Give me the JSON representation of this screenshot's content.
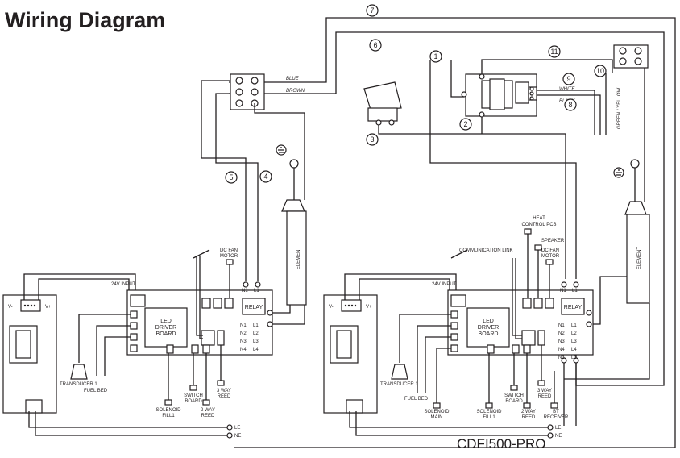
{
  "title": "Wiring Diagram",
  "model": "CDFI500-PRO",
  "callouts": [
    "1",
    "2",
    "3",
    "4",
    "5",
    "6",
    "7",
    "8",
    "9",
    "10",
    "11"
  ],
  "wires": {
    "blue": "BLUE",
    "brown": "BROWN",
    "white": "WHITE",
    "black": "BLACK",
    "green_yellow": "GREEN / YELLOW"
  },
  "left_board": {
    "input": "24V INPUT",
    "driver": [
      "LED",
      "DRIVER",
      "BOARD"
    ],
    "relay": "RELAY",
    "fan": [
      "DC FAN",
      "MOTOR"
    ],
    "element": "ELEMENT",
    "n_terms": [
      "N1",
      "N2",
      "N3",
      "N4"
    ],
    "l_terms": [
      "L1",
      "L2",
      "L3",
      "L4"
    ],
    "transducer": "TRANSDUCER 1",
    "fuel_bed": "FUEL BED",
    "solenoid": [
      "SOLENOID",
      "FILL1"
    ],
    "switch_board": [
      "SWITCH",
      "BOARD"
    ],
    "reed2": [
      "2 WAY",
      "REED"
    ],
    "reed3": [
      "3 WAY",
      "REED"
    ]
  },
  "right_board": {
    "input": "24V INPUT",
    "driver": [
      "LED",
      "DRIVER",
      "BOARD"
    ],
    "relay": "RELAY",
    "fan": [
      "DC FAN",
      "MOTOR"
    ],
    "element": "ELEMENT",
    "comm_link": "COMMUNICATION LINK",
    "heat_control": [
      "HEAT",
      "CONTROL PCB"
    ],
    "speaker": "SPEAKER",
    "n_terms": [
      "N1",
      "N2",
      "N3",
      "N4",
      "N3"
    ],
    "l_terms": [
      "L1",
      "L2",
      "L3",
      "L4",
      "L3"
    ],
    "transducer": "TRANSDUCER 1",
    "fuel_bed": "FUEL BED",
    "solenoid_main": [
      "SOLENOID",
      "MAIN"
    ],
    "solenoid_fill": [
      "SOLENOID",
      "FILL1"
    ],
    "switch_board": [
      "SWITCH",
      "BOARD"
    ],
    "reed2": [
      "2 WAY",
      "REED"
    ],
    "reed3": [
      "3 WAY",
      "REED"
    ],
    "bt": [
      "BT",
      "RECEIVER"
    ]
  },
  "term_labels": {
    "n1": "N1",
    "l1": "L1",
    "le": "LE",
    "ne": "NE",
    "v_minus": "V-",
    "v_plus": "V+"
  }
}
